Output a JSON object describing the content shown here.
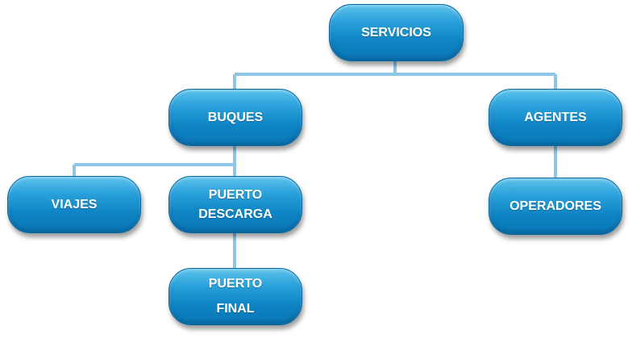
{
  "diagram": {
    "nodes": {
      "servicios": "SERVICIOS",
      "buques": "BUQUES",
      "agentes": "AGENTES",
      "viajes": "VIAJES",
      "puerto_descarga": "PUERTO\nDESCARGA",
      "operadores": "OPERADORES",
      "puerto_final": "PUERTO\nFINAL"
    },
    "colors": {
      "node_fill": "#0e84c4",
      "node_highlight": "#5cc2ec",
      "connector": "#8ec6e6",
      "text": "#ffffff"
    }
  }
}
